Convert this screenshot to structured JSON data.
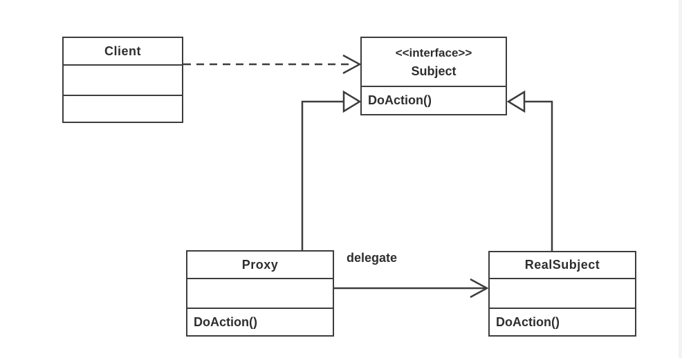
{
  "diagram": {
    "classes": {
      "client": {
        "name": "Client"
      },
      "subject": {
        "stereotype": "<<interface>>",
        "name": "Subject",
        "method": "DoAction()"
      },
      "proxy": {
        "name": "Proxy",
        "method": "DoAction()"
      },
      "real_subject": {
        "name": "RealSubject",
        "method": "DoAction()"
      }
    },
    "edge_labels": {
      "delegate": "delegate"
    },
    "colors": {
      "line": "#3c3c3c",
      "text": "#2e2e2e",
      "background": "#ffffff",
      "page_edge_strip": "#f3f3f3"
    }
  }
}
